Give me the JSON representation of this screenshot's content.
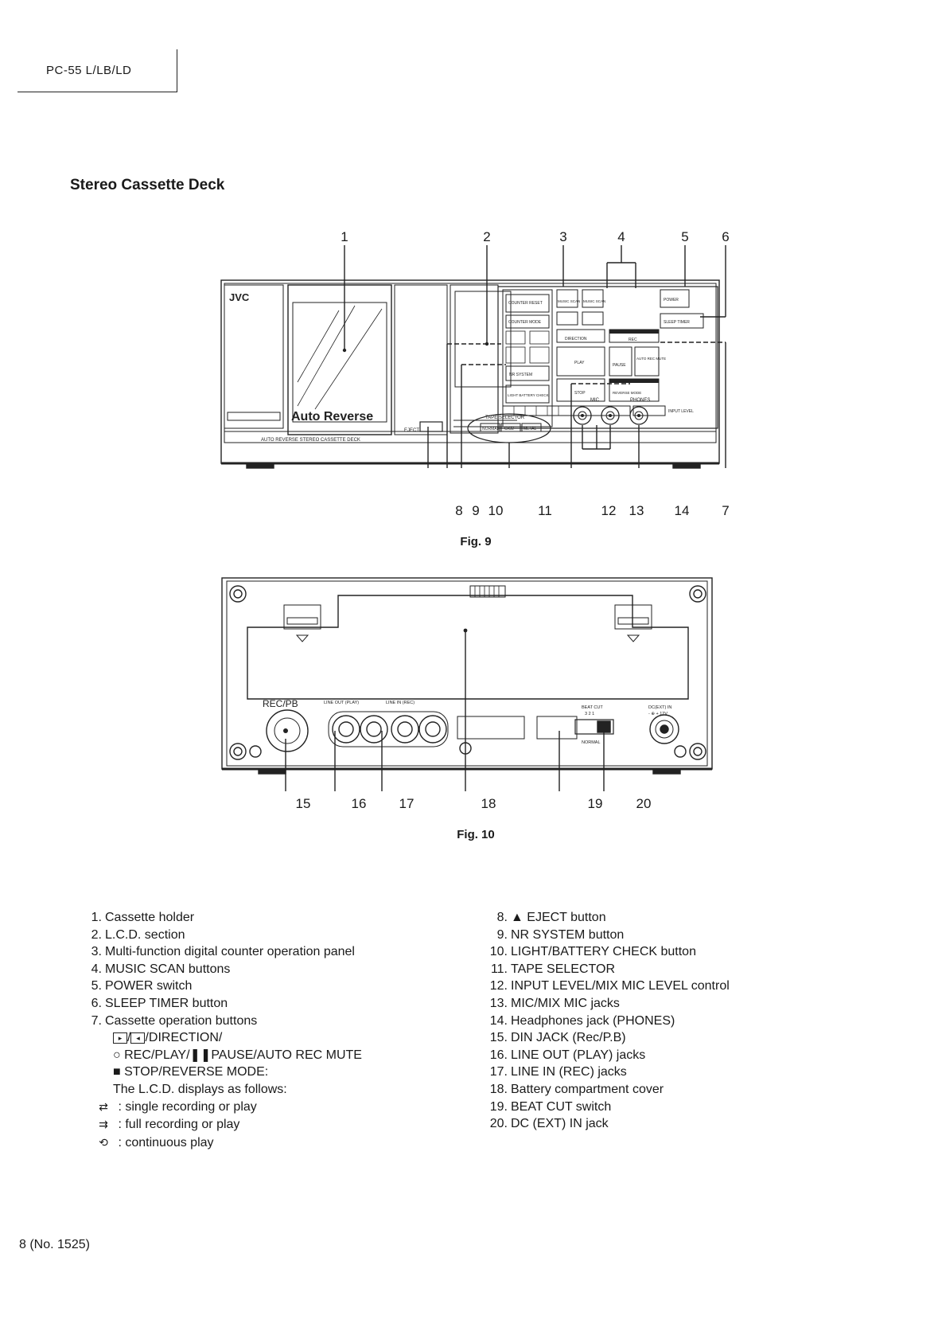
{
  "header": {
    "model": "PC-55 L/LB/LD"
  },
  "section_title": "Stereo Cassette Deck",
  "figures": {
    "fig9": {
      "caption": "Fig. 9",
      "callouts_top": [
        "1",
        "2",
        "3",
        "4",
        "5",
        "6"
      ],
      "callouts_bottom": [
        "8",
        "9",
        "10",
        "11",
        "12",
        "13",
        "14",
        "7"
      ],
      "panel": {
        "brand": "JVC",
        "auto_reverse": "Auto Reverse",
        "model_strip": "AUTO REVERSE STEREO CASSETTE DECK",
        "eject": "EJECT",
        "tape_selector": "TAPE SELECTOR",
        "tape_types": [
          "NORMAL",
          "CrO2",
          "METAL"
        ],
        "mic": "MIC",
        "phones": "PHONES",
        "input_level": "INPUT LEVEL",
        "buttons": {
          "counter_reset": "COUNTER RESET",
          "counter_mode": "COUNTER MODE",
          "music_scan_1": "MUSIC SCAN",
          "music_scan_2": "MUSIC SCAN",
          "power": "POWER",
          "sleep": "SLEEP TIMER",
          "direction": "DIRECTION",
          "rec": "REC",
          "play": "PLAY",
          "pause": "PAUSE",
          "auto_rec_mute": "AUTO REC MUTE",
          "stop": "STOP",
          "reverse_mode": "REVERSE MODE",
          "nr": "NR SYSTEM",
          "light": "LIGHT BATTERY CHECK"
        }
      }
    },
    "fig10": {
      "caption": "Fig. 10",
      "callouts_bottom": [
        "15",
        "16",
        "17",
        "18",
        "19",
        "20"
      ],
      "panel": {
        "rec_pb": "REC/PB",
        "line_out": "LINE OUT (PLAY)",
        "line_in": "LINE IN (REC)",
        "beat_cut": "BEAT CUT",
        "beat_cut_pos": "3 2 1",
        "normal": "NORMAL",
        "dc_in": "DC(EXT) IN",
        "dc_spec": "- ⊕ + 12V"
      }
    }
  },
  "legend_left": [
    {
      "num": "1.",
      "text": "Cassette holder"
    },
    {
      "num": "2.",
      "text": "L.C.D. section"
    },
    {
      "num": "3.",
      "text": "Multi-function digital counter operation panel"
    },
    {
      "num": "4.",
      "text": "MUSIC SCAN buttons"
    },
    {
      "num": "5.",
      "text": "POWER switch"
    },
    {
      "num": "6.",
      "text": "SLEEP TIMER button"
    },
    {
      "num": "7.",
      "text": "Cassette operation buttons"
    }
  ],
  "legend_left_sub": {
    "line1": "/DIRECTION/",
    "line2": "○ REC/PLAY/❚❚PAUSE/AUTO REC MUTE",
    "line3": "■  STOP/REVERSE MODE:",
    "line4": "The L.C.D. displays as follows:",
    "displays": [
      {
        "glyph": "⇄",
        "text": ":  single recording or play"
      },
      {
        "glyph": "⇉",
        "text": ":  full recording or play"
      },
      {
        "glyph": "⟲",
        "text": ":  continuous play"
      }
    ]
  },
  "legend_right": [
    {
      "num": "8.",
      "text": "▲ EJECT button"
    },
    {
      "num": "9.",
      "text": "NR SYSTEM button"
    },
    {
      "num": "10.",
      "text": "LIGHT/BATTERY CHECK button"
    },
    {
      "num": "11.",
      "text": "TAPE SELECTOR"
    },
    {
      "num": "12.",
      "text": "INPUT LEVEL/MIX MIC LEVEL control"
    },
    {
      "num": "13.",
      "text": "MIC/MIX MIC jacks"
    },
    {
      "num": "14.",
      "text": "Headphones jack (PHONES)"
    },
    {
      "num": "15.",
      "text": "DIN JACK (Rec/P.B)"
    },
    {
      "num": "16.",
      "text": "LINE OUT (PLAY) jacks"
    },
    {
      "num": "17.",
      "text": "LINE IN (REC) jacks"
    },
    {
      "num": "18.",
      "text": "Battery compartment cover"
    },
    {
      "num": "19.",
      "text": "BEAT CUT switch"
    },
    {
      "num": "20.",
      "text": "DC (EXT) IN jack"
    }
  ],
  "footer": {
    "page": "8   (No. 1525)"
  }
}
